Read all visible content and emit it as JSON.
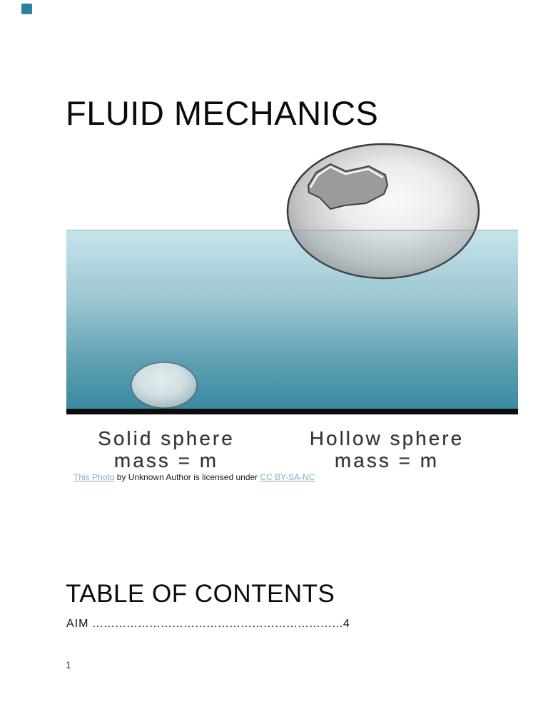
{
  "page": {
    "title": "FLUID MECHANICS",
    "page_number": "1"
  },
  "figure": {
    "labels": {
      "left_line1": "Solid sphere",
      "left_line2": "mass = m",
      "right_line1": "Hollow sphere",
      "right_line2": "mass = m"
    },
    "caption": {
      "link1": "This Photo",
      "middle": " by Unknown Author is licensed under ",
      "link2": "CC BY-SA-NC"
    },
    "colors": {
      "water_top": "#c7e4ec",
      "water_mid": "#8fc0cd",
      "water_bottom": "#3a8aa1",
      "floor": "#0c0c0c",
      "sphere_highlight": "#f8f8f8",
      "sphere_edge": "#7e7e7e",
      "hole_fill": "#9b9b9b",
      "link_blue": "#85aec4",
      "corner_marker": "#2e7f9e"
    }
  },
  "toc": {
    "heading": "TABLE OF CONTENTS",
    "entries": [
      {
        "label": "AIM",
        "leader": " …………………………………………………………",
        "page": "4"
      }
    ]
  }
}
